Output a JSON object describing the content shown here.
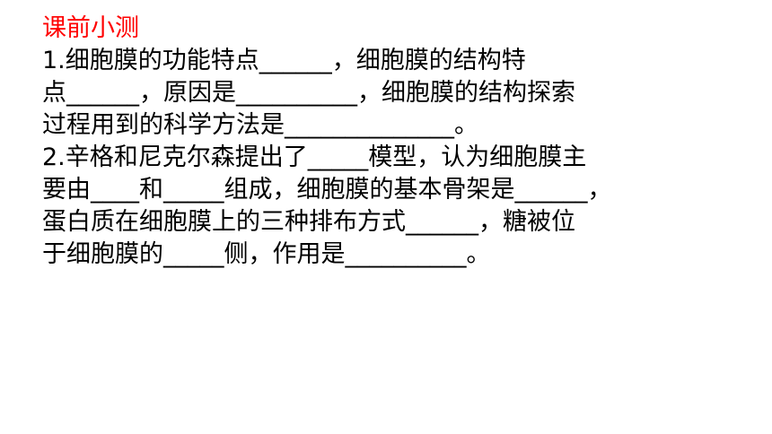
{
  "slide": {
    "title": "课前小测",
    "title_color": "#ff0000",
    "text_color": "#000000",
    "lines": [
      "1.细胞膜的功能特点______，细胞膜的结构特",
      "点______，原因是__________，细胞膜的结构探索",
      "过程用到的科学方法是______________。",
      "2.辛格和尼克尔森提出了_____模型，认为细胞膜主",
      "要由____和_____组成，细胞膜的基本骨架是______，",
      "蛋白质在细胞膜上的三种排布方式______，糖被位",
      "于细胞膜的_____侧，作用是__________。"
    ]
  }
}
